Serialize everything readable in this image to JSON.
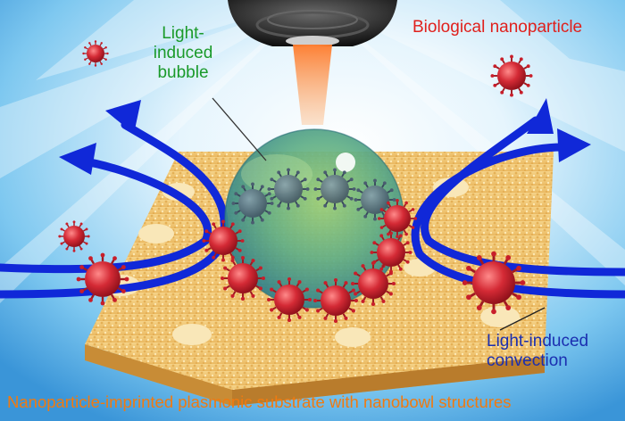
{
  "labels": {
    "bubble_line1": "Light-",
    "bubble_line2": "induced",
    "bubble_line3": "bubble",
    "nanoparticle": "Biological nanoparticle",
    "convection_line1": "Light-induced",
    "convection_line2": "convection",
    "substrate": "Nanoparticle-imprinted plasmonic substrate with nanobowl structures"
  },
  "colors": {
    "bubble_label": "#1a9a2a",
    "nanoparticle_label": "#e0201c",
    "convection_label": "#1b2fb0",
    "substrate_label": "#f07a10",
    "arrow": "#1028d8",
    "virus": "#c81e2a",
    "substrate": "#f3c56a",
    "bubble": "#5fae86"
  },
  "icons": [
    "objective-lens-icon",
    "laser-beam-icon",
    "virus-icon",
    "arrow-icon",
    "bubble-icon",
    "substrate-icon"
  ]
}
